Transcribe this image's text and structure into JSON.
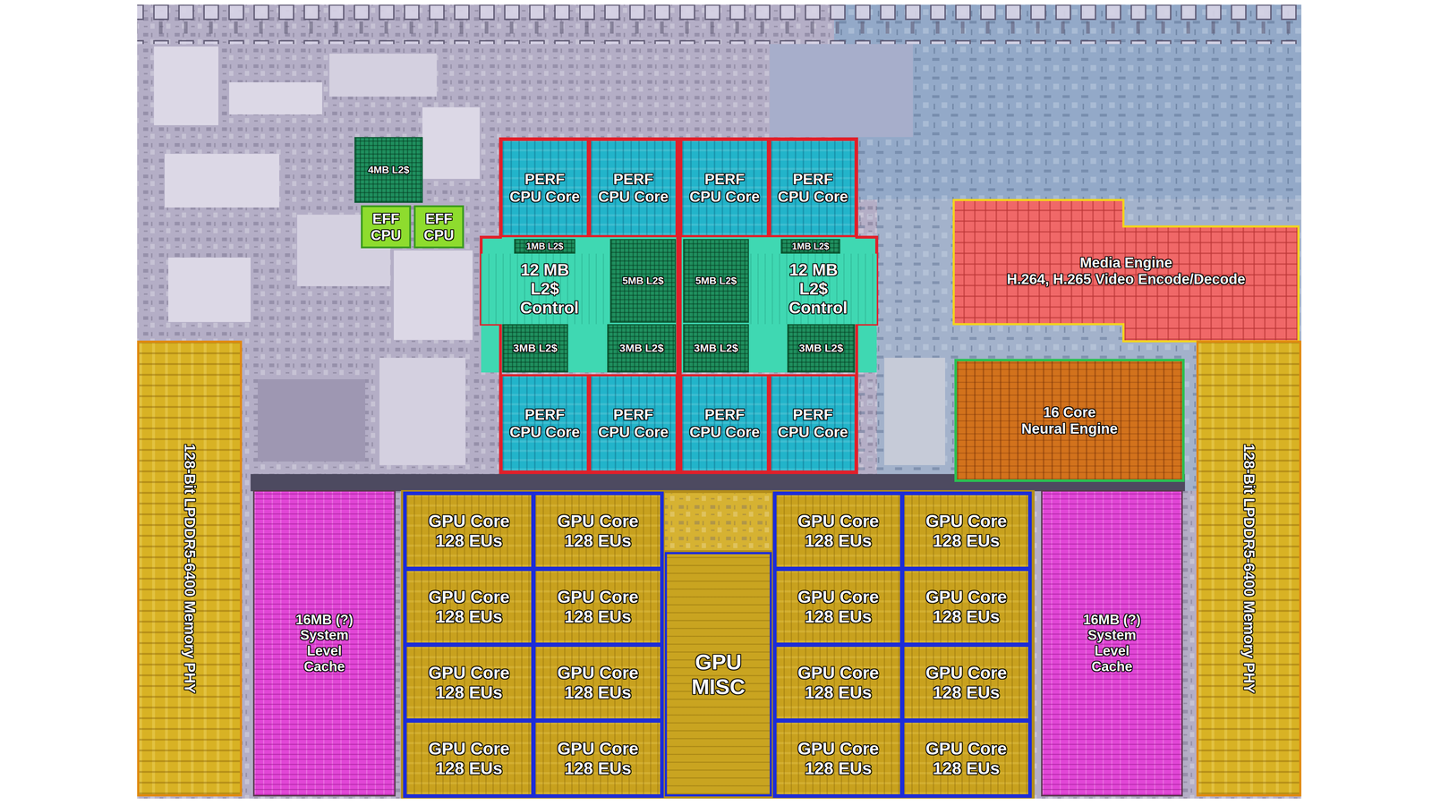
{
  "diagram": {
    "nodes": [
      {
        "text": [
          "4MB L2$"
        ]
      },
      {
        "text": [
          "PERF CPU Core"
        ]
      },
      {
        "text": [
          "PERF CPU Core"
        ]
      },
      {
        "text": [
          "PERF CPU Core"
        ]
      },
      {
        "text": [
          "PERF CPU Core"
        ]
      },
      {
        "text": [
          "EFF CPU"
        ]
      },
      {
        "text": [
          "EFF CPU"
        ]
      },
      {
        "text": [
          "Media Engine",
          "H.264, H.265 Video Encode/Decode"
        ]
      },
      {
        "text": [
          "1MB L2$"
        ]
      },
      {
        "text": [
          "1MB L2$"
        ]
      },
      {
        "text": [
          "12 MB L2$ Control"
        ]
      },
      {
        "text": [
          "5MB L2$"
        ]
      },
      {
        "text": [
          "5MB L2$"
        ]
      },
      {
        "text": [
          "12 MB L2$ Control"
        ]
      },
      {
        "text": [
          "3MB L2$"
        ]
      },
      {
        "text": [
          "3MB L2$"
        ]
      },
      {
        "text": [
          "3MB L2$"
        ]
      },
      {
        "text": [
          "3MB L2$"
        ]
      },
      {
        "text": [
          "128-Bit LPDDR5-6400 Memory PHY"
        ]
      },
      {
        "text": [
          "16 Core Neural Engine"
        ]
      },
      {
        "text": [
          "128-Bit LPDDR5-6400 Memory PHY"
        ]
      },
      {
        "text": [
          "PERF CPU Core"
        ]
      },
      {
        "text": [
          "PERF CPU Core"
        ]
      },
      {
        "text": [
          "PERF CPU Core"
        ]
      },
      {
        "text": [
          "PERF CPU Core"
        ]
      },
      {
        "text": [
          "16MB (?) System Level Cache"
        ]
      },
      {
        "text": [
          "16MB (?) System Level Cache"
        ]
      },
      {
        "text": [
          "GPU MISC"
        ]
      },
      {
        "text": [
          "GPU Core 128 EUs"
        ]
      },
      {
        "text": [
          "GPU Core 128 EUs"
        ]
      },
      {
        "text": [
          "GPU Core 128 EUs"
        ]
      },
      {
        "text": [
          "GPU Core 128 EUs"
        ]
      },
      {
        "text": [
          "GPU Core 128 EUs"
        ]
      },
      {
        "text": [
          "GPU Core 128 EUs"
        ]
      },
      {
        "text": [
          "GPU Core 128 EUs"
        ]
      },
      {
        "text": [
          "GPU Core 128 EUs"
        ]
      },
      {
        "text": [
          "GPU Core 128 EUs"
        ]
      },
      {
        "text": [
          "GPU Core 128 EUs"
        ]
      },
      {
        "text": [
          "GPU Core 128 EUs"
        ]
      },
      {
        "text": [
          "GPU Core 128 EUs"
        ]
      },
      {
        "text": [
          "GPU Core 128 EUs"
        ]
      },
      {
        "text": [
          "GPU Core 128 EUs"
        ]
      },
      {
        "text": [
          "GPU Core 128 EUs"
        ]
      },
      {
        "text": [
          "GPU Core 128 EUs"
        ]
      }
    ]
  }
}
